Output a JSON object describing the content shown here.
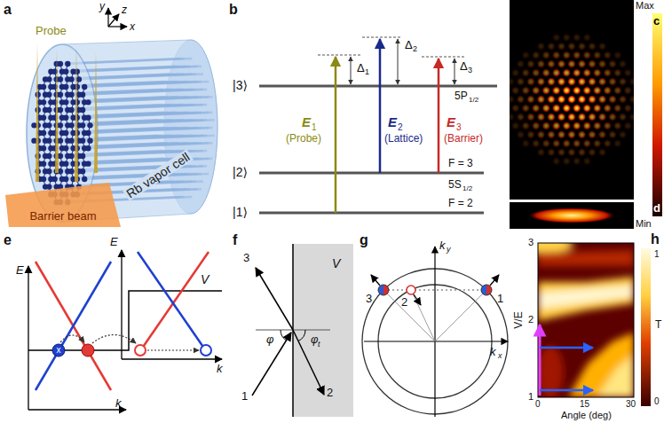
{
  "diagram": {
    "nodes": [
      {
        "text": [
          "Barrier beam"
        ]
      }
    ],
    "labels": [
      "a",
      "Probe",
      "y",
      "z",
      "x",
      "Rb vapor cell",
      "b",
      "|3⟩",
      "|2⟩",
      "|1⟩",
      "Δ",
      "1",
      "Δ",
      "2",
      "Δ",
      "3",
      "E",
      "1",
      "(Probe)",
      "E",
      "2",
      "(Lattice)",
      "E",
      "3",
      "(Barrier)",
      "5P",
      "1/2",
      "F = 3",
      "5S",
      "1/2",
      "F = 2",
      "c",
      "Max",
      "Min",
      "d",
      "e",
      "E",
      "k",
      "x",
      "V",
      "E",
      "k",
      "f",
      "3",
      "V",
      "1",
      "2",
      "φ",
      "φ",
      "t",
      "g",
      "k",
      "y",
      "k",
      "x",
      "3",
      "2",
      "1",
      "h",
      "3",
      "2",
      "1",
      "V/E",
      "0",
      "15",
      "30",
      "Angle (deg)",
      "1",
      "0",
      "T"
    ]
  }
}
